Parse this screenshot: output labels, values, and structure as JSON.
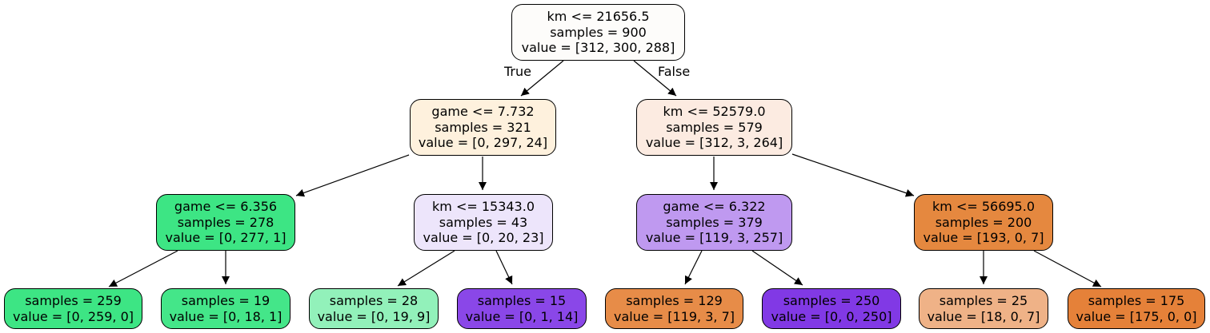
{
  "tree": {
    "edge_labels": {
      "true_label": "True",
      "false_label": "False"
    },
    "nodes": {
      "n0": {
        "condition": "km <= 21656.5",
        "samples": "samples = 900",
        "value": "value = [312, 300, 288]",
        "fill": "#fdfcfa"
      },
      "n1": {
        "condition": "game <= 7.732",
        "samples": "samples = 321",
        "value": "value = [0, 297, 24]",
        "fill": "#fef1dd"
      },
      "n2": {
        "condition": "km <= 52579.0",
        "samples": "samples = 579",
        "value": "value = [312, 3, 264]",
        "fill": "#fcebe1"
      },
      "n3": {
        "condition": "game <= 6.356",
        "samples": "samples = 278",
        "value": "value = [0, 277, 1]",
        "fill": "#3de584"
      },
      "n4": {
        "condition": "km <= 15343.0",
        "samples": "samples = 43",
        "value": "value = [0, 20, 23]",
        "fill": "#ede5fb"
      },
      "n5": {
        "condition": "game <= 6.322",
        "samples": "samples = 379",
        "value": "value = [119, 3, 257]",
        "fill": "#bf99f0"
      },
      "n6": {
        "condition": "km <= 56695.0",
        "samples": "samples = 200",
        "value": "value = [193, 0, 7]",
        "fill": "#e5883f"
      },
      "n7": {
        "samples": "samples = 259",
        "value": "value = [0, 259, 0]",
        "fill": "#3de584"
      },
      "n8": {
        "samples": "samples = 19",
        "value": "value = [0, 18, 1]",
        "fill": "#44e689"
      },
      "n9": {
        "samples": "samples = 28",
        "value": "value = [0, 19, 9]",
        "fill": "#92f1ba"
      },
      "n10": {
        "samples": "samples = 15",
        "value": "value = [0, 1, 14]",
        "fill": "#8a47e8"
      },
      "n11": {
        "samples": "samples = 129",
        "value": "value = [119, 3, 7]",
        "fill": "#e78c48"
      },
      "n12": {
        "samples": "samples = 250",
        "value": "value = [0, 0, 250]",
        "fill": "#8139e5"
      },
      "n13": {
        "samples": "samples = 25",
        "value": "value = [18, 0, 7]",
        "fill": "#efb287"
      },
      "n14": {
        "samples": "samples = 175",
        "value": "value = [175, 0, 0]",
        "fill": "#e58139"
      }
    }
  }
}
